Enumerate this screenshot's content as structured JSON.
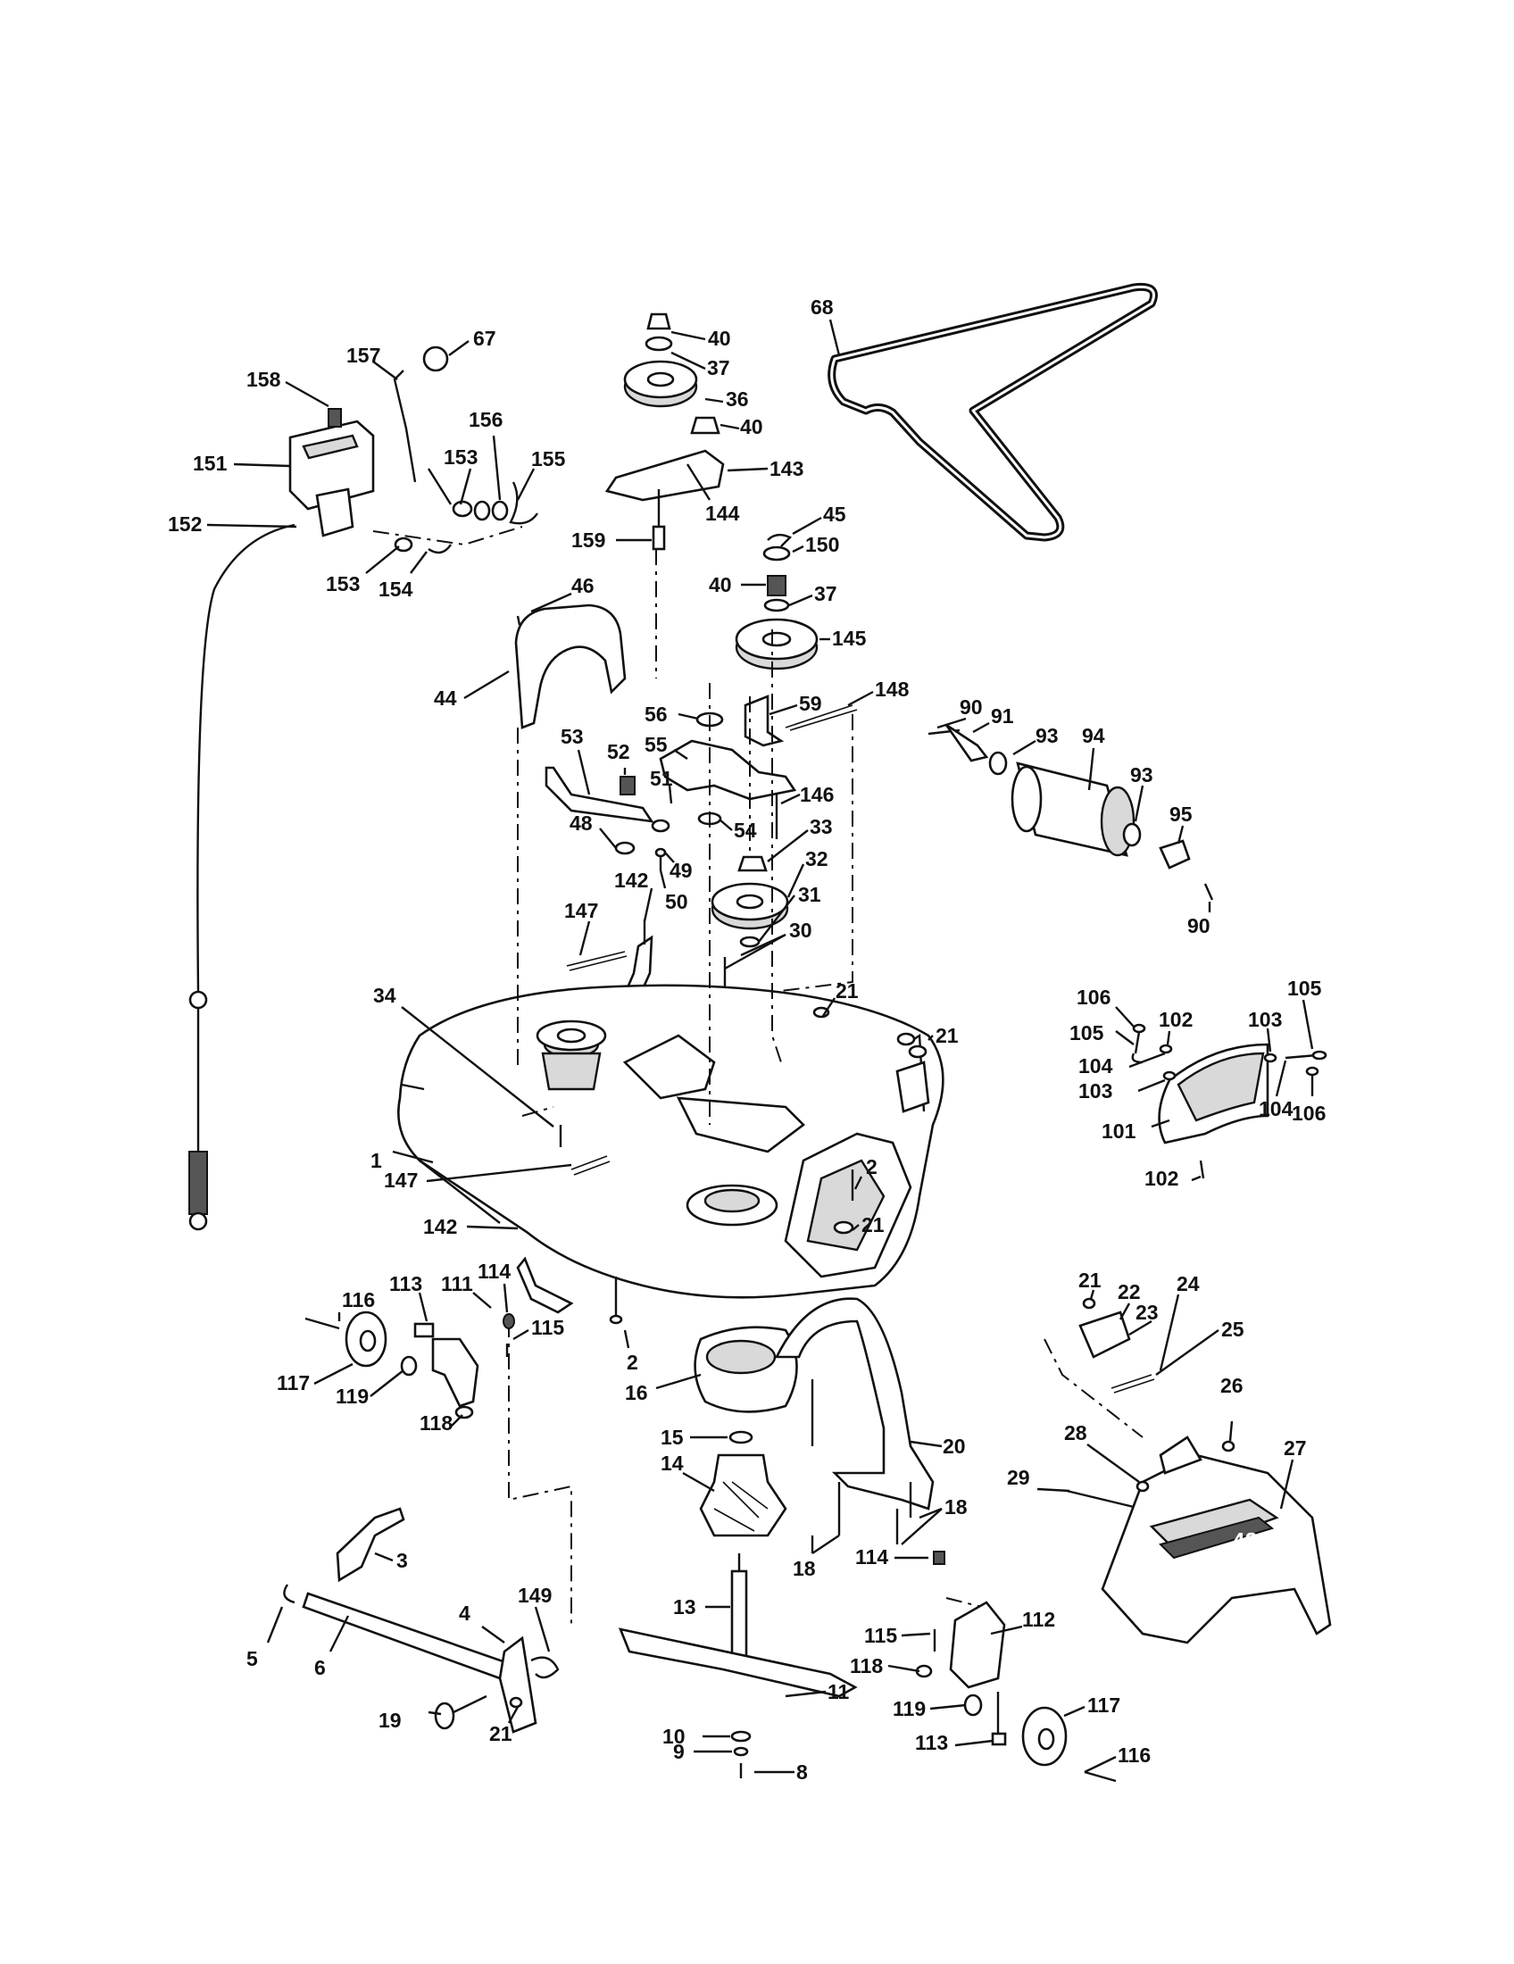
{
  "callouts": [
    "1",
    "2",
    "3",
    "4",
    "5",
    "6",
    "8",
    "9",
    "10",
    "11",
    "13",
    "14",
    "15",
    "16",
    "18",
    "19",
    "20",
    "21",
    "22",
    "23",
    "24",
    "25",
    "26",
    "27",
    "28",
    "29",
    "30",
    "31",
    "32",
    "33",
    "34",
    "36",
    "37",
    "40",
    "44",
    "45",
    "46",
    "48",
    "49",
    "50",
    "51",
    "52",
    "53",
    "54",
    "55",
    "56",
    "59",
    "67",
    "68",
    "90",
    "91",
    "93",
    "94",
    "95",
    "101",
    "102",
    "103",
    "104",
    "105",
    "106",
    "111",
    "112",
    "113",
    "114",
    "115",
    "116",
    "117",
    "118",
    "119",
    "142",
    "143",
    "144",
    "145",
    "146",
    "147",
    "148",
    "149",
    "150",
    "151",
    "152",
    "153",
    "154",
    "155",
    "156",
    "157",
    "158",
    "159"
  ],
  "chute_badge": "42"
}
